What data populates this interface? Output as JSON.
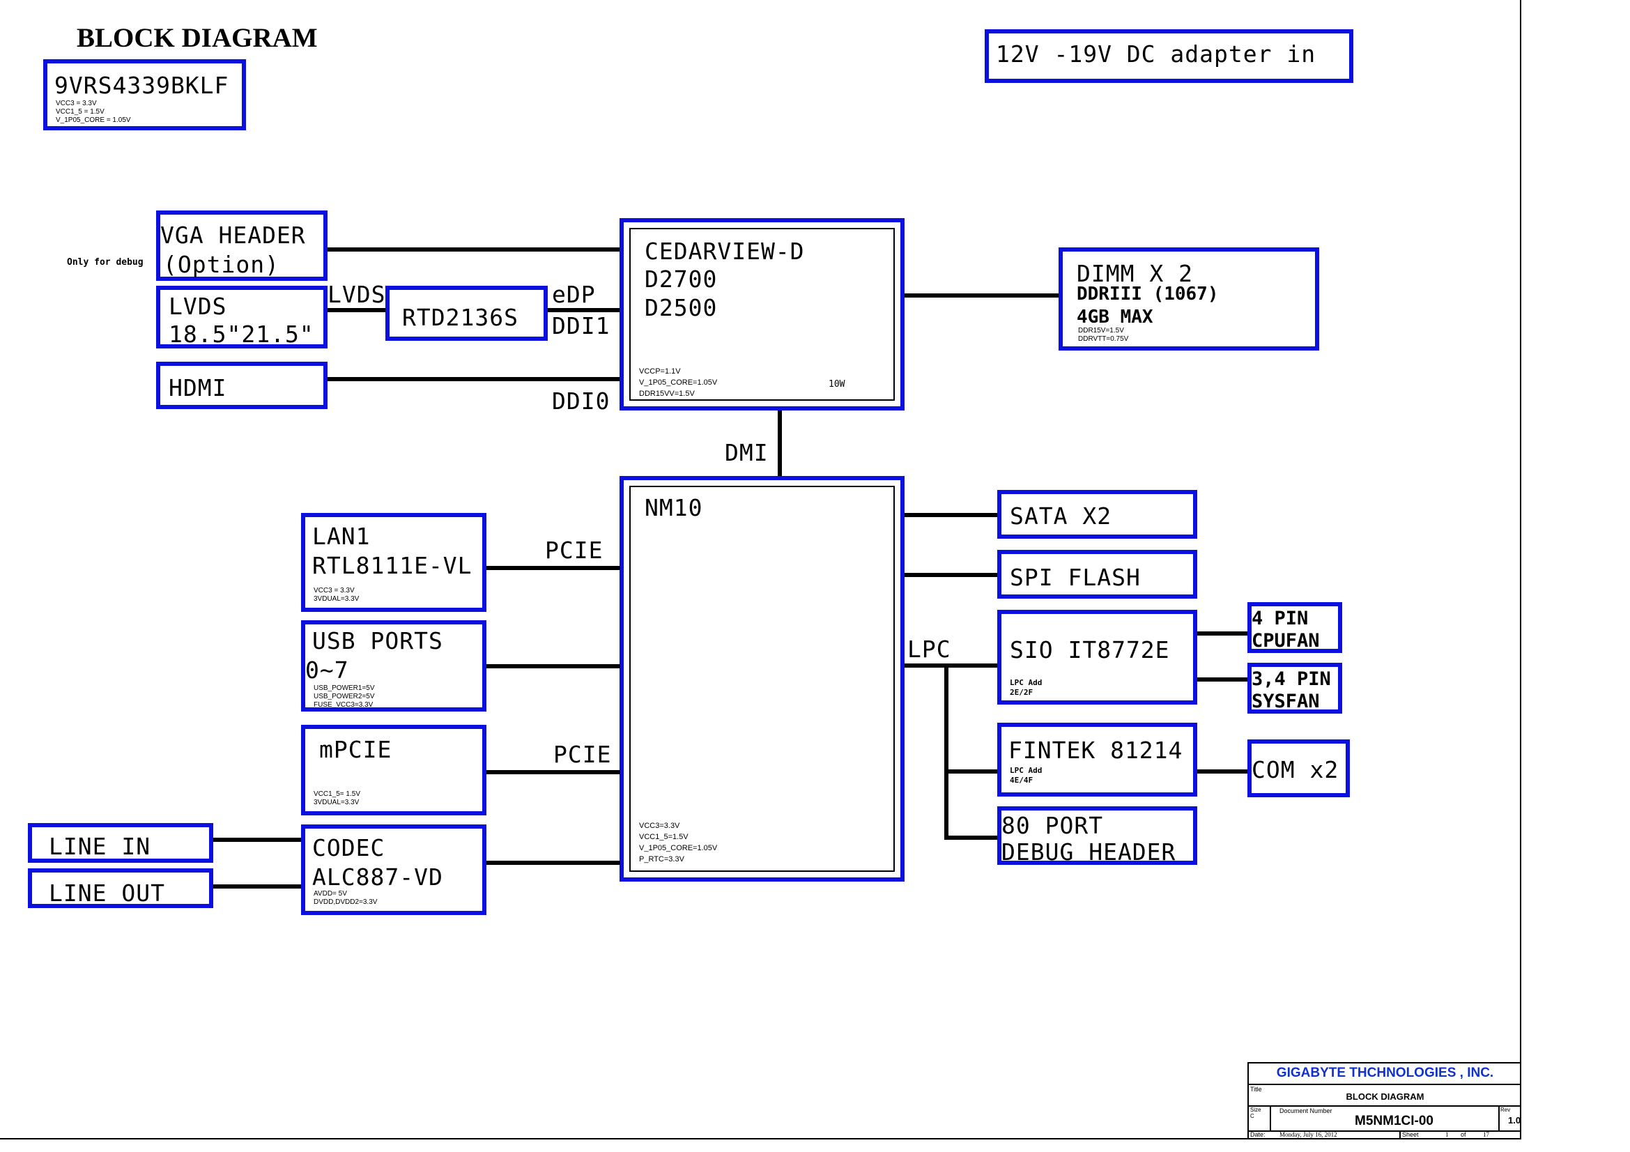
{
  "page": {
    "title": "BLOCK DIAGRAM"
  },
  "power": {
    "adapter": "12V -19V DC adapter in",
    "clock_chip": "9VRS4339BKLF",
    "clock_notes": [
      "VCC3 = 3.3V",
      "VCC1_5 = 1.5V",
      "V_1P05_CORE = 1.05V"
    ]
  },
  "display": {
    "vga_line1": "VGA HEADER",
    "vga_line2": "(Option)",
    "debug_note": "Only for debug",
    "lvds_line1": "LVDS",
    "lvds_line2": "18.5\"21.5\"",
    "lvds_bus": "LVDS",
    "rtd": "RTD2136S",
    "edp": "eDP",
    "ddi1": "DDI1",
    "hdmi": "HDMI",
    "ddi0": "DDI0"
  },
  "cpu": {
    "line1": "CEDARVIEW-D",
    "line2": "D2700",
    "line3": "D2500",
    "notes": [
      "VCCP=1.1V",
      "V_1P05_CORE=1.05V",
      "DDR15VV=1.5V"
    ],
    "power": "10W"
  },
  "dimm": {
    "line1": "DIMM X 2",
    "line2": "DDRIII (1067)",
    "line3": "4GB MAX",
    "notes": [
      "DDR15V=1.5V",
      "DDRVTT=0.75V"
    ]
  },
  "dmi": "DMI",
  "nm10": {
    "label": "NM10",
    "notes": [
      "VCC3=3.3V",
      "VCC1_5=1.5V",
      "V_1P05_CORE=1.05V",
      "P_RTC=3.3V"
    ]
  },
  "lan": {
    "line1": "LAN1",
    "line2": "RTL8111E-VL",
    "notes": [
      "VCC3 = 3.3V",
      "3VDUAL=3.3V"
    ],
    "bus": "PCIE"
  },
  "usb": {
    "line1": "USB PORTS",
    "line2": "0~7",
    "notes": [
      "USB_POWER1=5V",
      "USB_POWER2=5V",
      "FUSE_VCC3=3.3V"
    ]
  },
  "mpcie": {
    "label": "mPCIE",
    "notes": [
      "VCC1_5= 1.5V",
      "3VDUAL=3.3V"
    ],
    "bus": "PCIE"
  },
  "audio": {
    "line_in": "LINE IN",
    "line_out": "LINE OUT",
    "codec1": "CODEC",
    "codec2": "ALC887-VD",
    "notes": [
      "AVDD= 5V",
      "DVDD,DVDD2=3.3V"
    ]
  },
  "right": {
    "sata": "SATA X2",
    "spi": "SPI FLASH",
    "lpc": "LPC",
    "sio": "SIO IT8772E",
    "sio_notes": [
      "LPC Add",
      "2E/2F"
    ],
    "cpufan1": "4 PIN",
    "cpufan2": "CPUFAN",
    "sysfan1": "3,4 PIN",
    "sysfan2": "SYSFAN",
    "fintek": "FINTEK 81214",
    "fintek_notes": [
      "LPC Add",
      "4E/4F"
    ],
    "com": "COM x2",
    "port80_1": "80 PORT",
    "port80_2": "DEBUG HEADER"
  },
  "titleblock": {
    "company": "GIGABYTE THCHNOLOGIES , INC.",
    "title_label": "Title",
    "title": "BLOCK DIAGRAM",
    "size_label": "Size",
    "size": "C",
    "docnum_label": "Document Number",
    "docnum": "M5NM1CI-00",
    "rev_label": "Rev",
    "rev": "1.0",
    "date_label": "Date:",
    "date": "Monday, July 16, 2012",
    "sheet_label": "Sheet",
    "sheet": "1",
    "of_label": "of",
    "of": "17"
  },
  "colors": {
    "box_border": "#0a10e0",
    "company": "#1030d0",
    "line": "#000000"
  }
}
